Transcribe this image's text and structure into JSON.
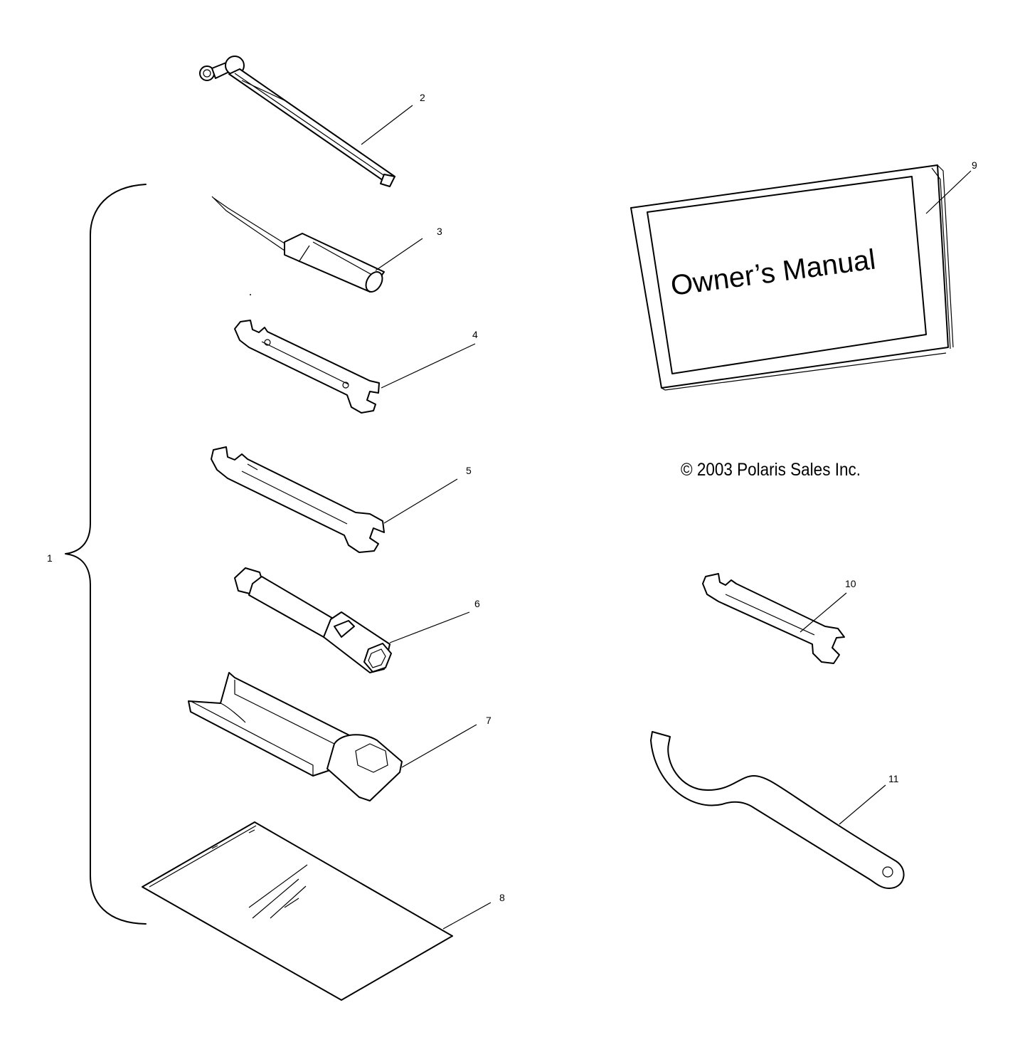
{
  "manual": {
    "title": "Owner’s Manual"
  },
  "copyright": "© 2003 Polaris Sales Inc.",
  "callouts": [
    "1",
    "2",
    "3",
    "4",
    "5",
    "6",
    "7",
    "8",
    "9",
    "10",
    "11"
  ],
  "colors": {
    "ink": "#000000",
    "paper": "#ffffff"
  }
}
